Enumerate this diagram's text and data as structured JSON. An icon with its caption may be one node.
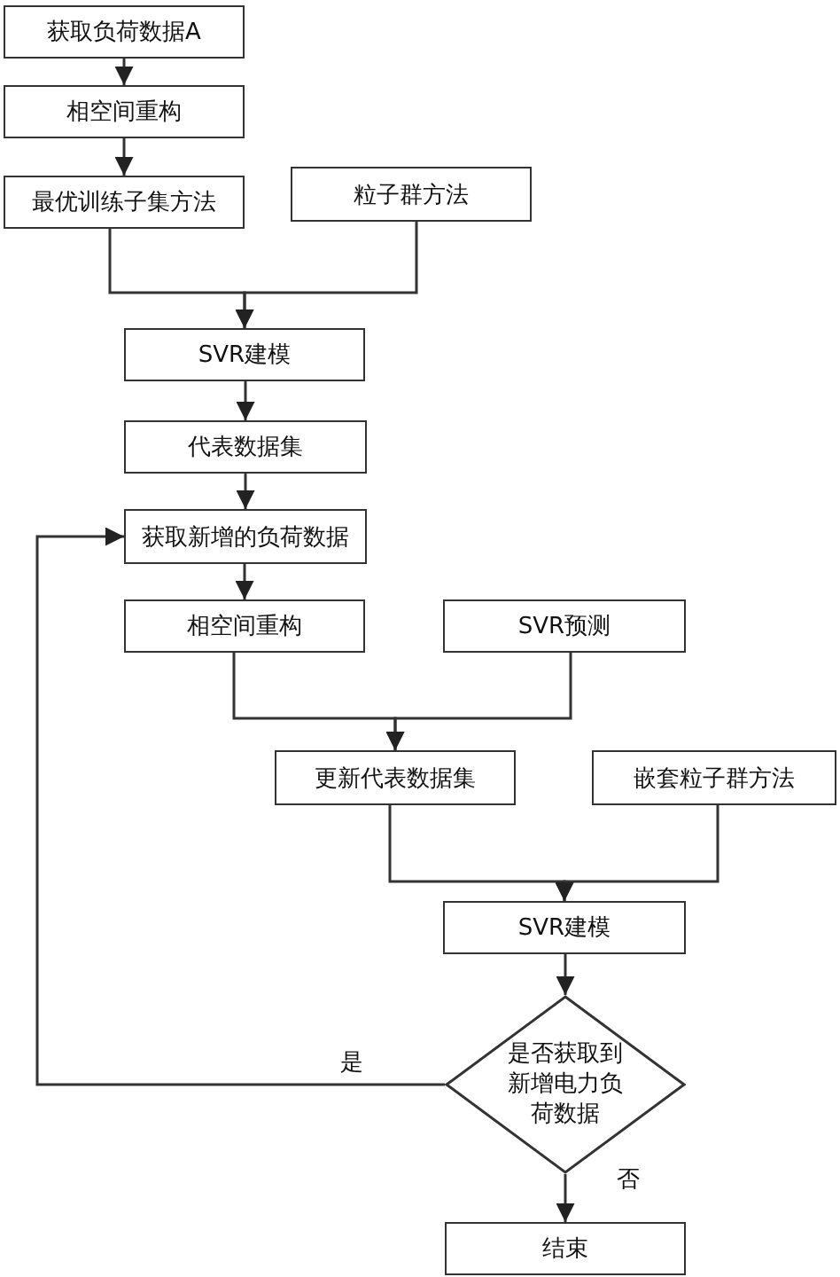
{
  "diagram": {
    "nodes": [
      {
        "text": [
          "获取负荷数据A"
        ]
      },
      {
        "text": [
          "相空间重构"
        ]
      },
      {
        "text": [
          "最优训练子集方法"
        ]
      },
      {
        "text": [
          "粒子群方法"
        ]
      },
      {
        "text": [
          "SVR建模"
        ]
      },
      {
        "text": [
          "代表数据集"
        ]
      },
      {
        "text": [
          "获取新增的负荷数据"
        ]
      },
      {
        "text": [
          "相空间重构"
        ]
      },
      {
        "text": [
          "SVR预测"
        ]
      },
      {
        "text": [
          "更新代表数据集"
        ]
      },
      {
        "text": [
          "嵌套粒子群方法"
        ]
      },
      {
        "text": [
          "SVR建模"
        ]
      },
      {
        "text": [
          "是否获取到新增电力负荷数据"
        ]
      },
      {
        "text": [
          "结束"
        ]
      }
    ],
    "edges": [
      {
        "from": 0,
        "to": 1,
        "arrow": "to"
      },
      {
        "from": 1,
        "to": 2,
        "arrow": "to"
      },
      {
        "from": 2,
        "to": 4,
        "arrow": "to"
      },
      {
        "from": 3,
        "to": 4,
        "arrow": "to"
      },
      {
        "from": 4,
        "to": 5,
        "arrow": "to"
      },
      {
        "from": 5,
        "to": 6,
        "arrow": "to"
      },
      {
        "from": 6,
        "to": 7,
        "arrow": "to"
      },
      {
        "from": 7,
        "to": 9,
        "arrow": "to"
      },
      {
        "from": 8,
        "to": 9,
        "arrow": "to"
      },
      {
        "from": 9,
        "to": 11,
        "arrow": "to"
      },
      {
        "from": 10,
        "to": 11,
        "arrow": "to"
      },
      {
        "from": 11,
        "to": 12,
        "arrow": "to"
      },
      {
        "from": 12,
        "to": 13,
        "label": "否",
        "arrow": "to"
      },
      {
        "from": 12,
        "to": 6,
        "label": "是",
        "arrow": "to"
      }
    ]
  }
}
